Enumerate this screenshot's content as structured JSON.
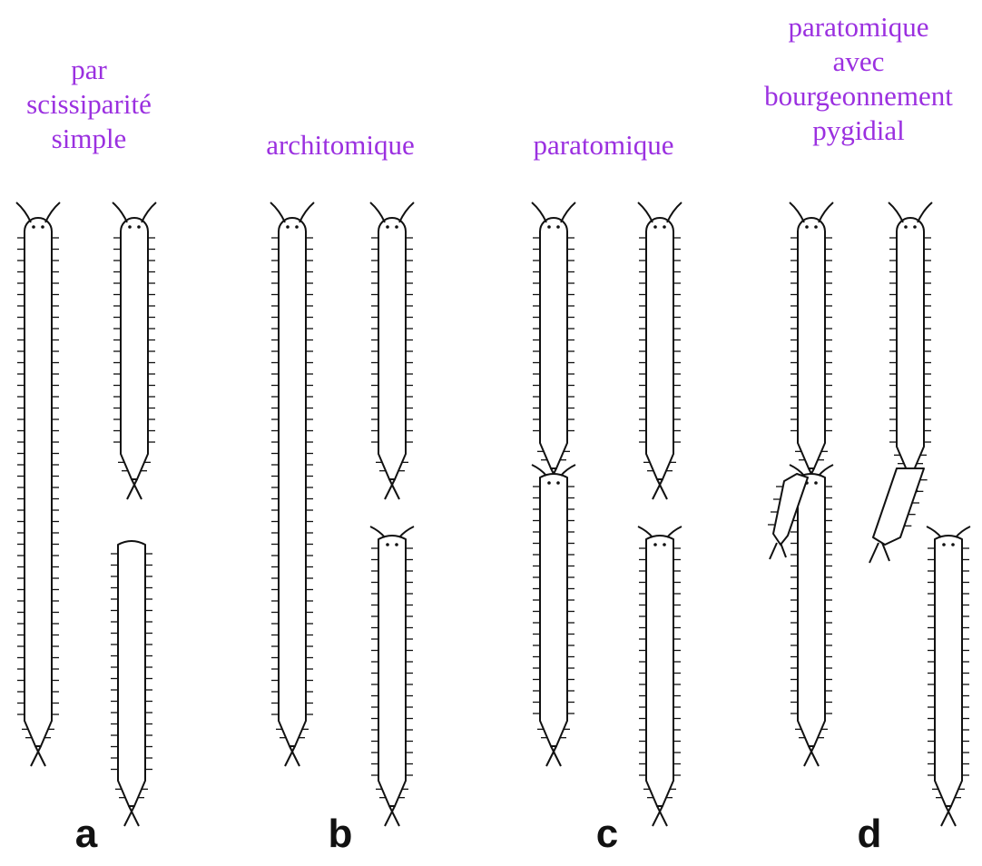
{
  "labels": {
    "a": [
      "par",
      "scissiparité",
      "simple"
    ],
    "b": [
      "architomique"
    ],
    "c": [
      "paratomique"
    ],
    "d": [
      "paratomique",
      "avec",
      "bourgeonnement",
      "pygidial"
    ]
  },
  "letters": {
    "a": "a",
    "b": "b",
    "c": "c",
    "d": "d"
  },
  "colors": {
    "label": "#9b30e0",
    "ink": "#111111"
  }
}
